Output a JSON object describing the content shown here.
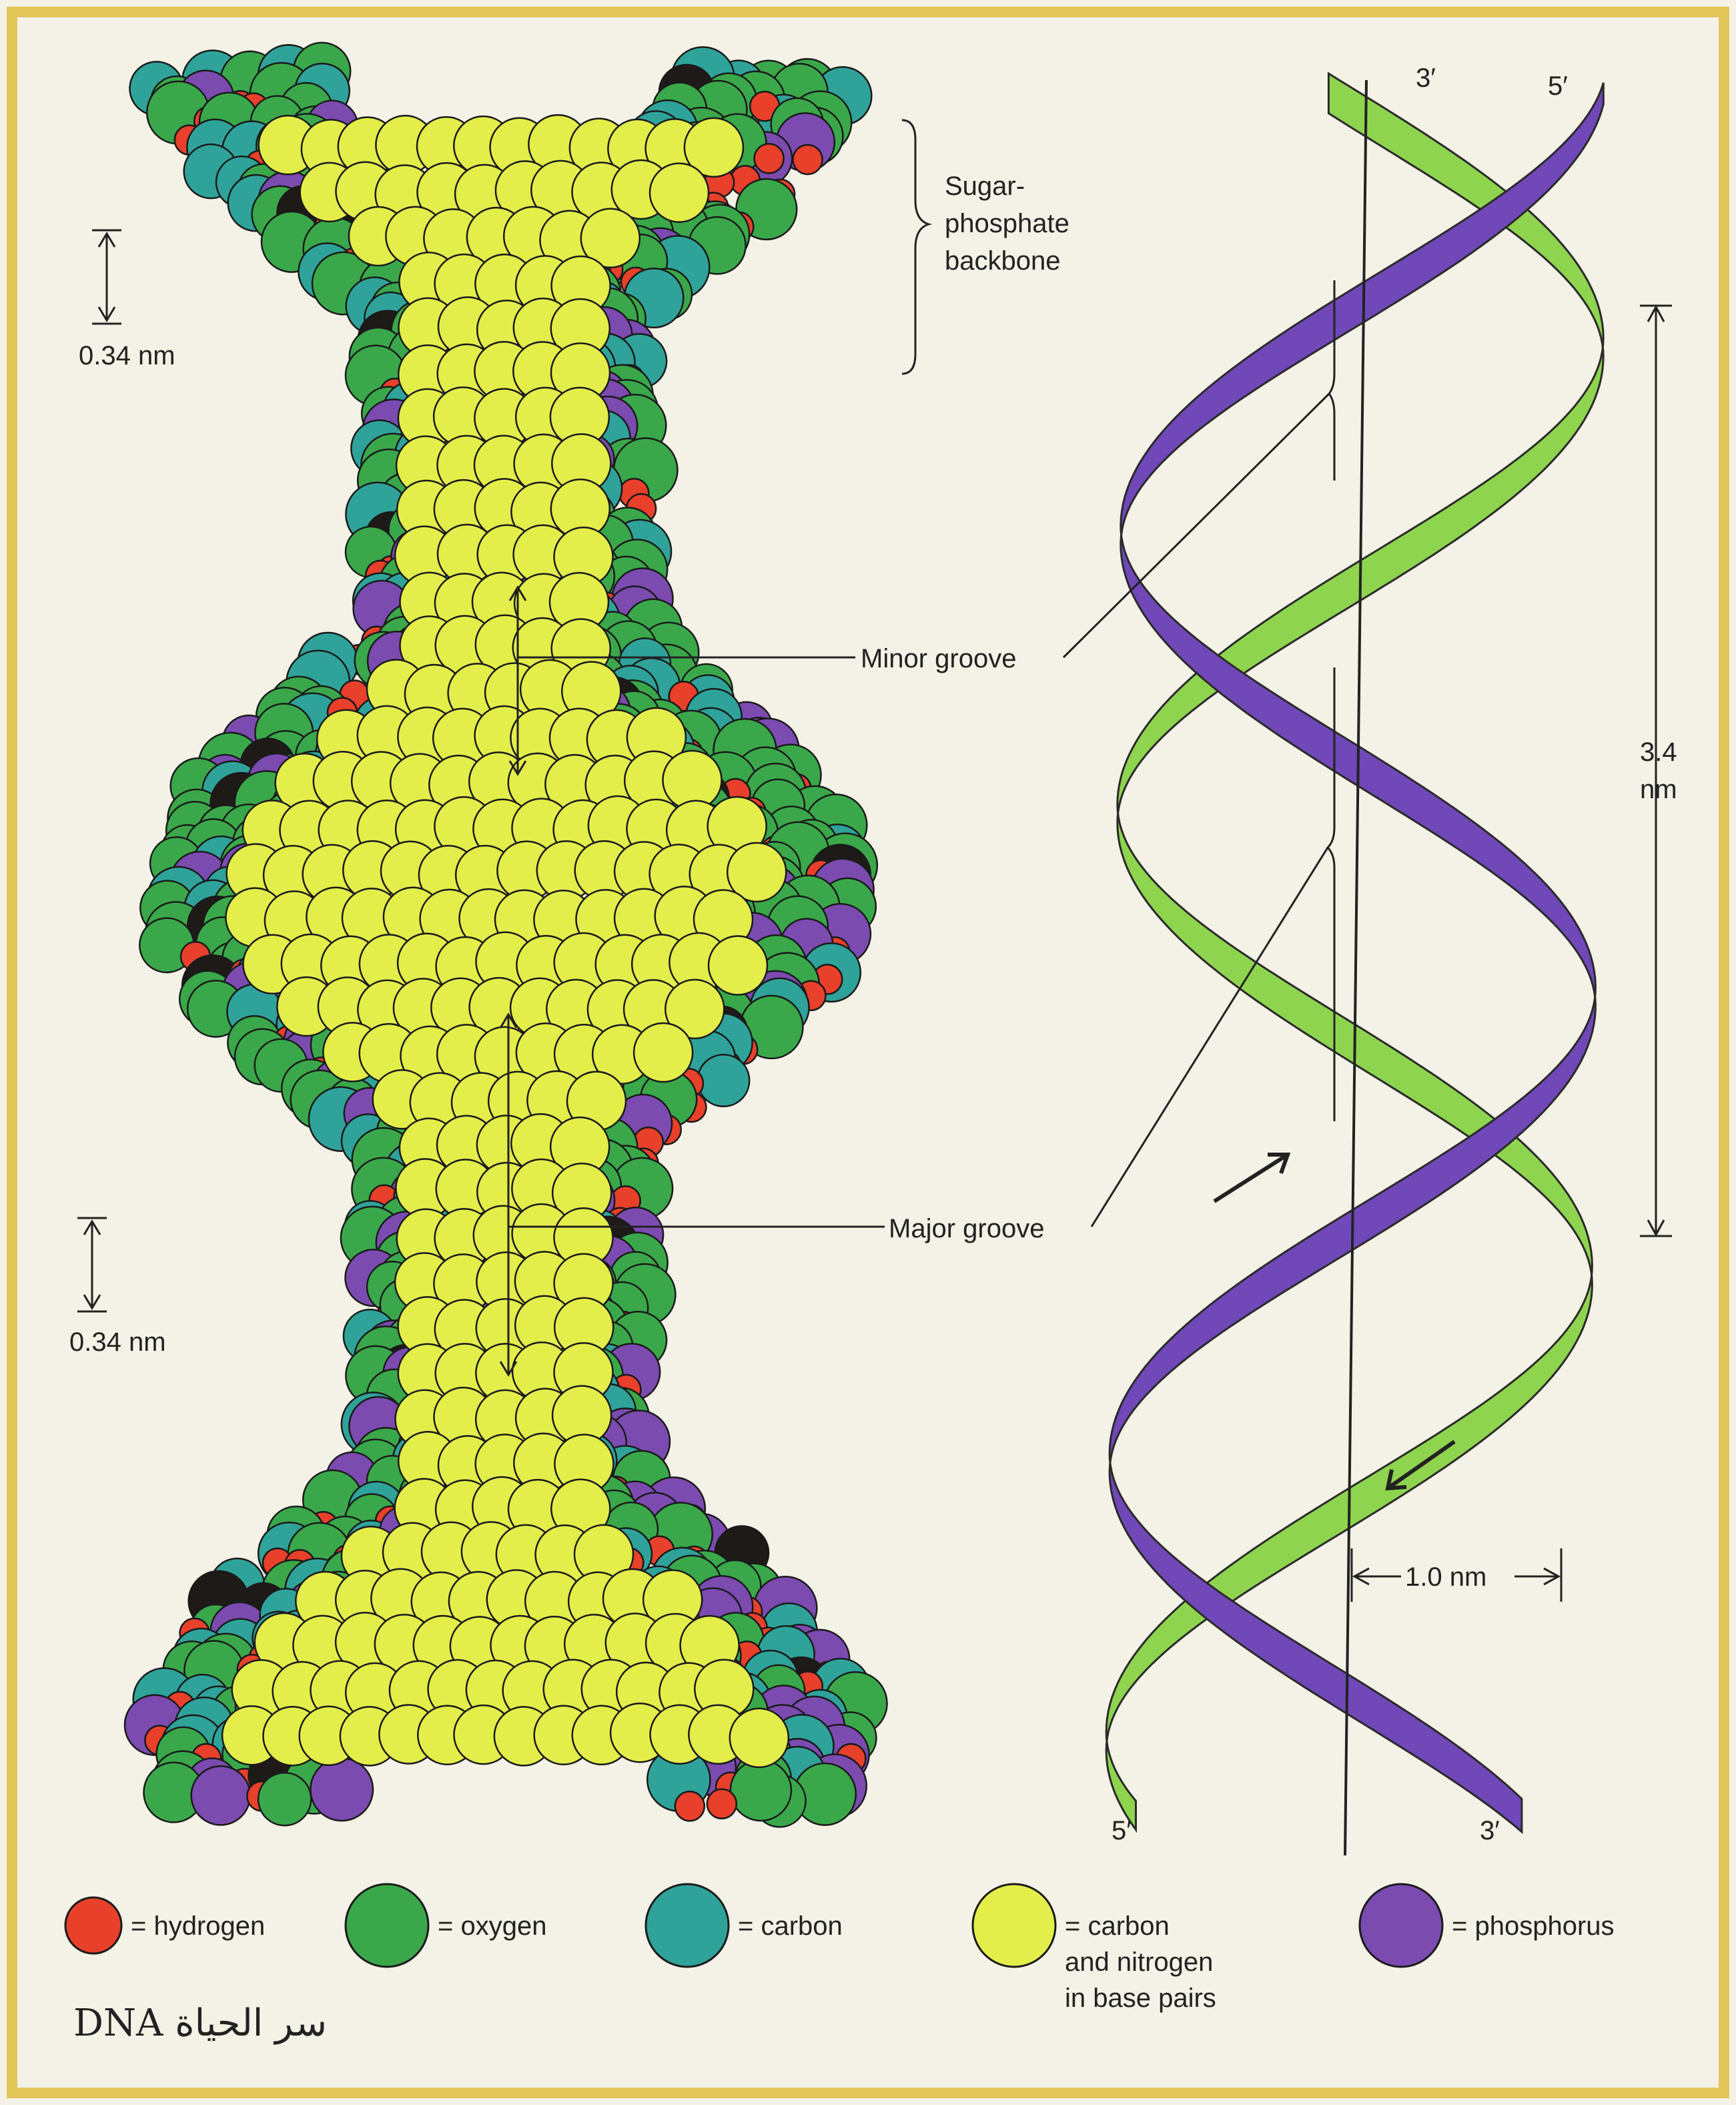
{
  "labels": {
    "backbone": [
      "Sugar-",
      "phosphate",
      "backbone"
    ],
    "spacing_top": "0.34 nm",
    "spacing_bottom": "0.34 nm",
    "minor_groove": "Minor groove",
    "major_groove": "Major groove",
    "pitch": [
      "3.4",
      "nm"
    ],
    "width": "1.0 nm",
    "end_top_left": "3′",
    "end_top_right": "5′",
    "end_bottom_left": "5′",
    "end_bottom_right": "3′"
  },
  "legend": [
    {
      "lines": [
        "= hydrogen"
      ],
      "color": "#e8402a"
    },
    {
      "lines": [
        "= oxygen"
      ],
      "color": "#3aa84a"
    },
    {
      "lines": [
        "= carbon"
      ],
      "color": "#2fa39a"
    },
    {
      "lines": [
        "= carbon",
        "and nitrogen",
        "in base pairs"
      ],
      "color": "#e4ee4a"
    },
    {
      "lines": [
        "= phosphorus"
      ],
      "color": "#7b4bb0"
    }
  ],
  "caption": "DNA سر الحياة",
  "colors": {
    "hydrogen": "#e8402a",
    "oxygen": "#3aa84a",
    "carbon": "#2fa39a",
    "base": "#e4ee4a",
    "phosphorus": "#7b4bb0",
    "black": "#1e1a18",
    "strand_green": "#8fd44e",
    "strand_purple": "#7048b8",
    "frame": "#e2c65a"
  }
}
